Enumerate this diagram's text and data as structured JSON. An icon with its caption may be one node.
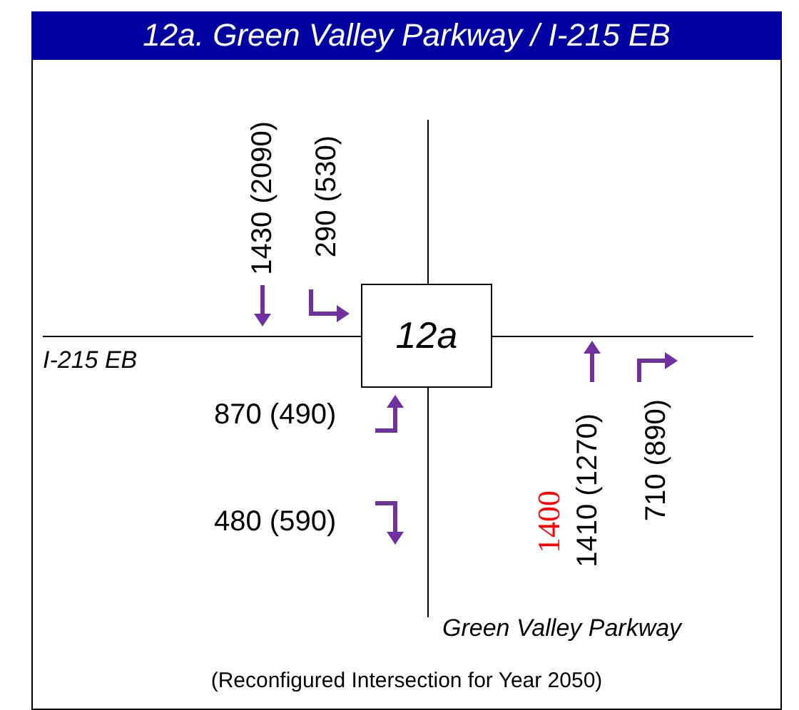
{
  "diagram": {
    "title": "12a. Green Valley Parkway / I-215 EB",
    "caption": "(Reconfigured Intersection for Year 2050)",
    "nodes": [
      {
        "text": [
          "12a"
        ]
      }
    ],
    "labels": [
      "1430 (2090)",
      "290 (530)",
      "I-215 EB",
      "870 (490)",
      "480 (590)",
      "1400",
      "1410 (1270)",
      "710 (890)",
      "Green Valley Parkway"
    ]
  }
}
